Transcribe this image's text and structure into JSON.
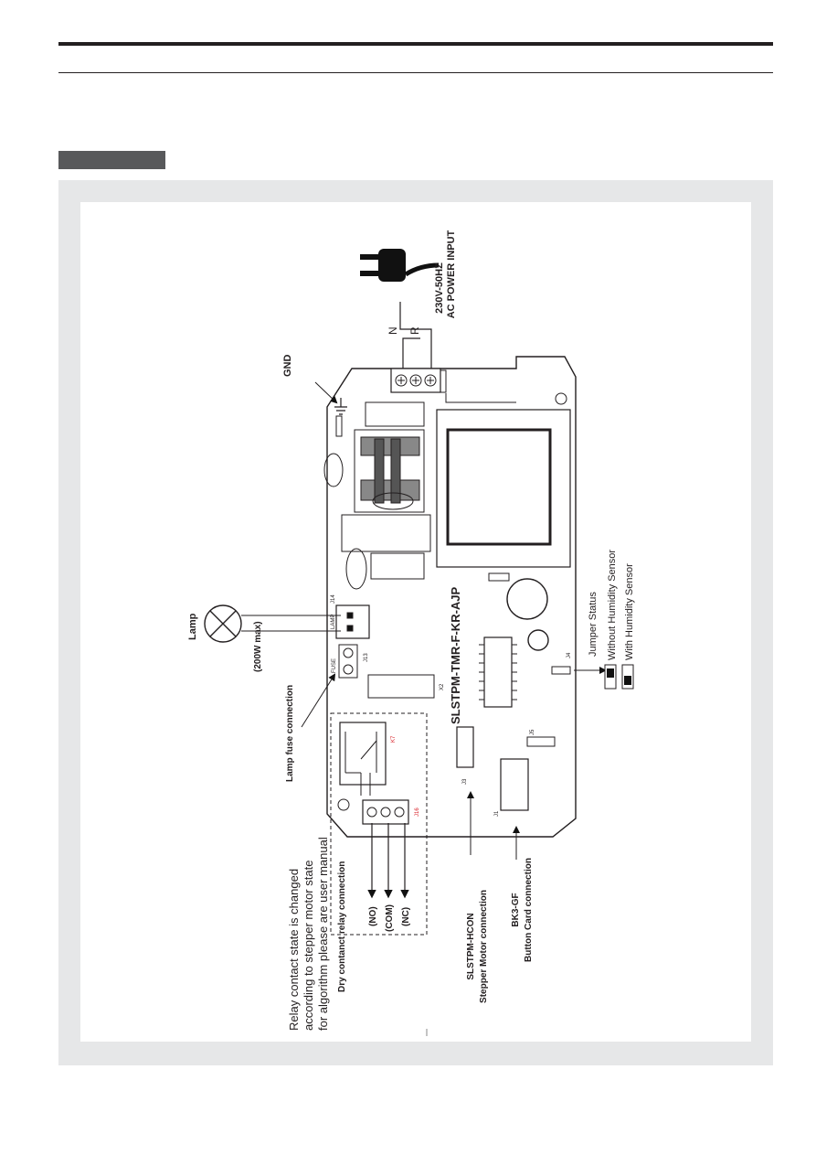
{
  "diagram": {
    "board_model": "SLSTPM-TMR-F-KR-AJP",
    "power": {
      "voltage": "230V-50HZ",
      "label": "AC POWER INPUT",
      "neutral": "N",
      "live": "R"
    },
    "gnd_label": "GND",
    "lamp": {
      "label": "Lamp",
      "rating": "(200W max)",
      "terminal": "LAMP",
      "connector": "J14"
    },
    "fuse": {
      "label": "Lamp fuse connection",
      "terminal": "FUSE",
      "connector": "J13"
    },
    "relay": {
      "title": "Dry contanct relay connection",
      "note_lines": [
        "Relay contact state is changed",
        "according to stepper motor state",
        "for algorithm please are user manual"
      ],
      "contacts": [
        "(NO)",
        "(COM)",
        "(NC)"
      ],
      "relay_ref": "K7",
      "connector": "J16"
    },
    "stepper": {
      "model": "SLSTPM-HCON",
      "label": "Stepper Motor connection",
      "connector": "J3"
    },
    "button_card": {
      "model": "BK3-GF",
      "label": "Button Card connection",
      "connector": "J1"
    },
    "jumper": {
      "title": "Jumper Status",
      "without": "Without Humidity Sensor",
      "with": "With Humidity Sensor",
      "connector": "J4",
      "aux_connector": "J5"
    },
    "misc_labels": {
      "x2": "X2"
    }
  }
}
